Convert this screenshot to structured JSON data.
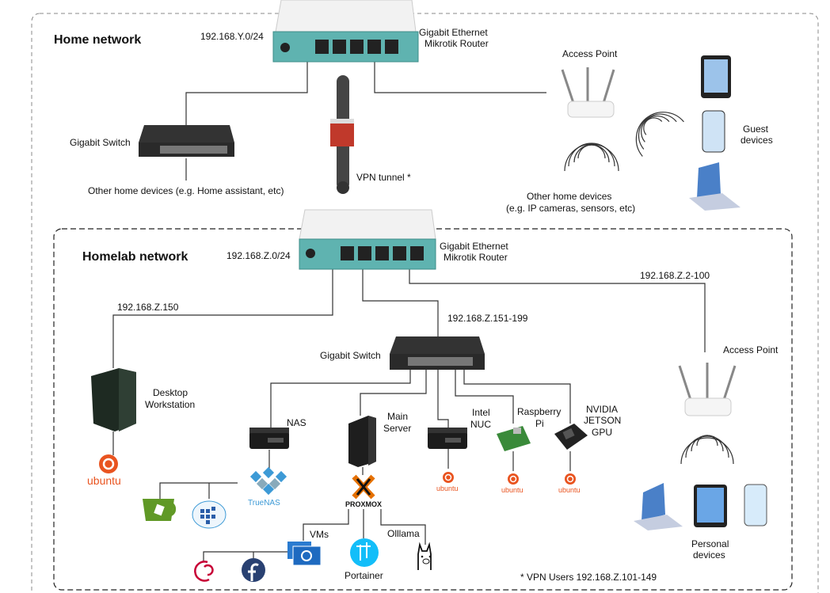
{
  "home": {
    "title": "Home network",
    "subnet": "192.168.Y.0/24",
    "router_label": [
      "Gigabit Ethernet",
      "Mikrotik Router"
    ],
    "switch_label": "Gigabit Switch",
    "switch_devices": "Other home devices (e.g. Home assistant, etc)",
    "vpn_label": "VPN tunnel *",
    "ap_label": "Access Point",
    "ap_devices": [
      "Other home devices",
      "(e.g. IP cameras, sensors, etc)"
    ],
    "guest_label": [
      "Guest",
      "devices"
    ]
  },
  "homelab": {
    "title": "Homelab network",
    "subnet": "192.168.Z.0/24",
    "router_label": [
      "Gigabit Ethernet",
      "Mikrotik Router"
    ],
    "desktop_ip": "192.168.Z.150",
    "switch_ip": "192.168.Z.151-199",
    "ap_ip": "192.168.Z.2-100",
    "switch_label": "Gigabit Switch",
    "desktop_label": [
      "Desktop",
      "Workstation"
    ],
    "nas_label": "NAS",
    "server_label": [
      "Main",
      "Server"
    ],
    "nuc_label": [
      "Intel",
      "NUC"
    ],
    "pi_label": [
      "Raspberry",
      "Pi"
    ],
    "jetson_label": [
      "NVIDIA",
      "JETSON",
      "GPU"
    ],
    "ap_label": "Access Point",
    "personal_label": [
      "Personal",
      "devices"
    ],
    "os_label": "ubuntu",
    "truenas_label": "TrueNAS",
    "proxmox_label": "PROXMOX",
    "vms_label": "VMs",
    "portainer_label": "Portainer",
    "ollama_label": "Olllama",
    "vpn_note": "* VPN Users  192.168.Z.101-149"
  },
  "colors": {
    "router": "#5fb3b0",
    "ubuntu": "#e95420",
    "truenas": "#3d9ad6",
    "proxmox": "#e57000"
  }
}
